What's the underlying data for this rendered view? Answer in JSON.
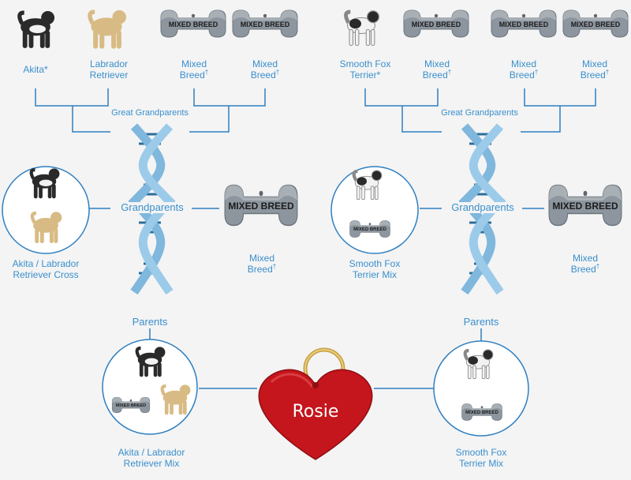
{
  "colors": {
    "label": "#3a8fcc",
    "line": "#2f7fc0",
    "background": "#f4f4f4",
    "tag_fill": "#8d969f",
    "helix": "#7fb7dd",
    "heart": "#c4161c",
    "ring": "#c9a445"
  },
  "tag_text": "MIXED BREED",
  "left": {
    "great_grandparents": {
      "heading": "Great Grandparents",
      "items": [
        {
          "name": "Akita",
          "mark": "*",
          "icon": "akita-dog-icon"
        },
        {
          "name": "Labrador Retriever",
          "line1": "Labrador",
          "line2": "Retriever",
          "mark": "",
          "icon": "labrador-dog-icon"
        },
        {
          "line1": "Mixed",
          "line2": "Breed",
          "mark": "†",
          "icon": "mixed-breed-tag-icon"
        },
        {
          "line1": "Mixed",
          "line2": "Breed",
          "mark": "†",
          "icon": "mixed-breed-tag-icon"
        }
      ]
    },
    "grandparents": {
      "heading": "Grandparents",
      "left_line1": "Akita / Labrador",
      "left_line2": "Retriever Cross",
      "right_line1": "Mixed",
      "right_line2": "Breed",
      "right_mark": "†"
    },
    "parents": {
      "heading": "Parents",
      "line1": "Akita / Labrador",
      "line2": "Retriever Mix"
    }
  },
  "right": {
    "great_grandparents": {
      "heading": "Great Grandparents",
      "items": [
        {
          "line1": "Smooth Fox",
          "line2": "Terrier",
          "mark": "*",
          "icon": "fox-terrier-dog-icon"
        },
        {
          "line1": "Mixed",
          "line2": "Breed",
          "mark": "†",
          "icon": "mixed-breed-tag-icon"
        },
        {
          "line1": "Mixed",
          "line2": "Breed",
          "mark": "†",
          "icon": "mixed-breed-tag-icon"
        },
        {
          "line1": "Mixed",
          "line2": "Breed",
          "mark": "†",
          "icon": "mixed-breed-tag-icon"
        }
      ]
    },
    "grandparents": {
      "heading": "Grandparents",
      "left_line1": "Smooth Fox",
      "left_line2": "Terrier Mix",
      "right_line1": "Mixed",
      "right_line2": "Breed",
      "right_mark": "†"
    },
    "parents": {
      "heading": "Parents",
      "line1": "Smooth Fox",
      "line2": "Terrier Mix"
    }
  },
  "dog": {
    "name": "Rosie",
    "icon": "heart-tag-icon"
  }
}
